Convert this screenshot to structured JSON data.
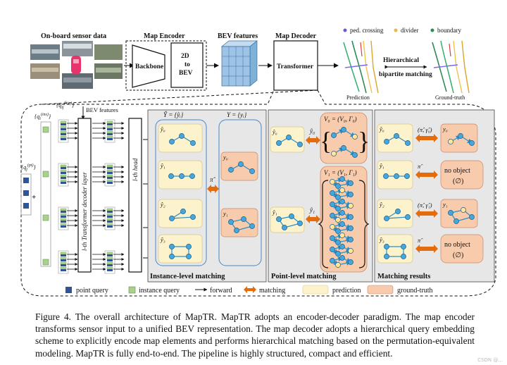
{
  "colors": {
    "query_blue": "#2f5597",
    "instance_green": "#a9d18e",
    "instance_green_border": "#6f9a52",
    "prediction_fill": "#fcf2cc",
    "groundtruth_fill": "#f8cbad",
    "node_blue": "#45a7dc",
    "node_yellow": "#ffe699",
    "matching_arrow": "#e46c0a",
    "panel_gray": "#e7e7e7",
    "bev_cube": "#9dc3e6"
  },
  "top": {
    "sensor_label": "On-board sensor data",
    "encoder_label": "Map Encoder",
    "backbone_label": "Backbone",
    "to_bev_line1": "2D",
    "to_bev_line2": "to",
    "to_bev_line3": "BEV",
    "bev_features_label": "BEV features",
    "decoder_label": "Map Decoder",
    "transformer_label": "Transformer",
    "legend_ped_crossing": "ped. crossing",
    "legend_divider": "divider",
    "legend_boundary": "boundary",
    "hier_line1": "Hierarchical",
    "hier_line2": "bipartite matching",
    "prediction_label": "Prediction",
    "ground_truth_label": "Ground-truth"
  },
  "decoder": {
    "bev_features_label": "BEV features",
    "q_hie": "{q",
    "q_ins": "{q",
    "q_pt": "{q",
    "plus": "+",
    "layer_label": "l-th Transformer decoder layer",
    "head_label": "l-th head"
  },
  "instance": {
    "pred_set": "Ŷ = {ŷᵢ}",
    "gt_set": "Y = {yᵢ}",
    "pred_labels": [
      "ŷ₀",
      "ŷ₁",
      "ŷ₂",
      "ŷ₃"
    ],
    "gt_labels": [
      "y₀",
      "y₁"
    ],
    "pi_hat": "π̂",
    "title": "Instance-level matching"
  },
  "point": {
    "pred_labels": [
      "ŷ₀",
      "ŷ₁"
    ],
    "v0": "V₀ = (V₀, Γ₀)",
    "v1": "V₁ = (V₁, Γ₁)",
    "arrow_labels": [
      "ŷ₀",
      "ŷ₁"
    ],
    "title": "Point-level matching"
  },
  "results": {
    "pred_labels": [
      "ŷ₀",
      "ŷ₁",
      "ŷ₂",
      "ŷ₃"
    ],
    "arrow_labels": [
      "(π̂, γ̂₀)",
      "π̂",
      "(π̂, γ̂₁)",
      "π̂"
    ],
    "gt_labels": [
      "y₀",
      "no object",
      "y₁",
      "no object"
    ],
    "empty_symbol": "(∅)",
    "title": "Matching results"
  },
  "legend": {
    "point_query": "point query",
    "instance_query": "instance query",
    "forward": "forward",
    "matching": "matching",
    "prediction": "prediction",
    "ground_truth": "ground-truth"
  },
  "caption": "Figure 4. The overall architecture of MapTR. MapTR adopts an encoder-decoder paradigm. The map encoder transforms sensor input to a unified BEV representation. The map decoder adopts a hierarchical query embedding scheme to explicitly encode map elements and performs hierarchical matching based on the permutation-equivalent modeling. MapTR is fully end-to-end. The pipeline is highly structured, compact and efficient.",
  "watermark": "CSDN @..."
}
